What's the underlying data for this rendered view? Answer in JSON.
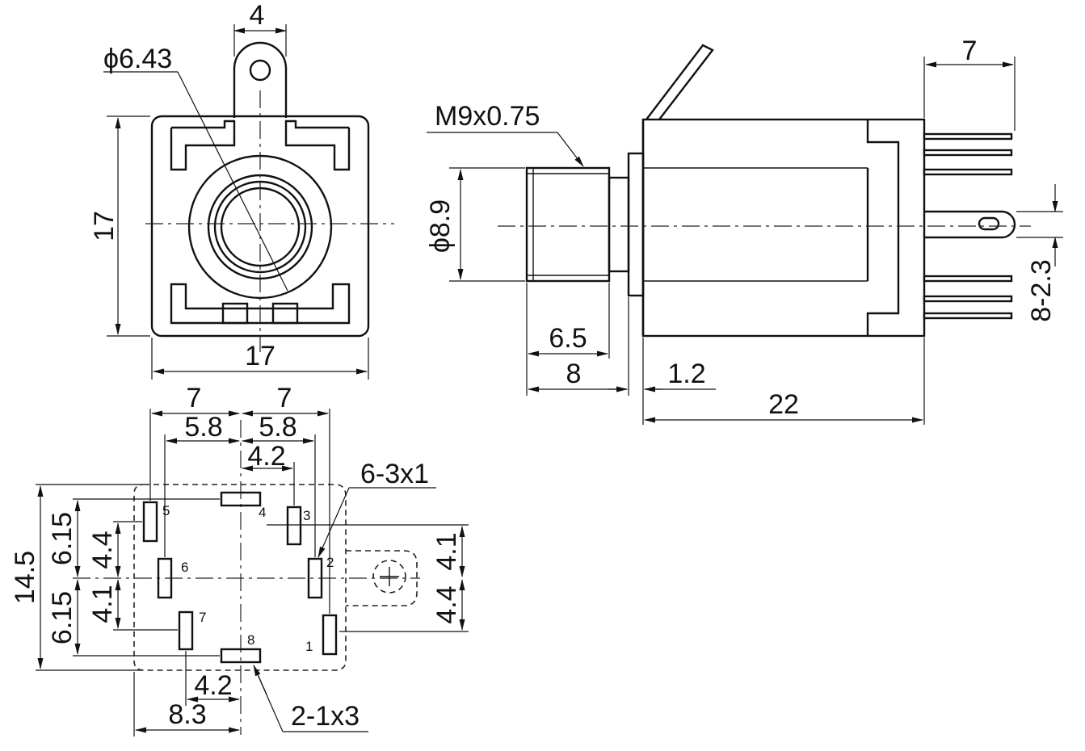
{
  "front_view": {
    "dim_tab_width": "4",
    "dim_hole": "ϕ6.43",
    "dim_height": "17",
    "dim_width": "17"
  },
  "side_view": {
    "dim_pin_length": "7",
    "dim_thread": "M9x0.75",
    "dim_diameter": "ϕ8.9",
    "dim_pin_pitch": "8-2.3",
    "dim_thread_length": "6.5",
    "dim_front_length": "8",
    "dim_flange": "1.2",
    "dim_body_length": "22"
  },
  "pcb_layout": {
    "dim_left_half": "7",
    "dim_right_half": "7",
    "dim_left_inner": "5.8",
    "dim_right_inner": "5.8",
    "dim_top_offset": "4.2",
    "note_slots": "6-3x1",
    "note_pads": "2-1x3",
    "dim_total_height": "14.5",
    "dim_upper_half": "6.15",
    "dim_lower_half": "6.15",
    "dim_upper_inner": "4.4",
    "dim_lower_inner": "4.1",
    "dim_right_upper": "4.1",
    "dim_right_lower": "4.4",
    "dim_bottom_offset": "4.2",
    "dim_bottom_left": "8.3",
    "pin_labels": [
      "1",
      "2",
      "3",
      "4",
      "5",
      "6",
      "7",
      "8"
    ]
  }
}
